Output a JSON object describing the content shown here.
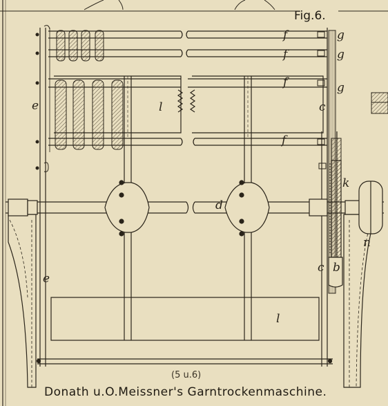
{
  "figure": {
    "number_label": "Fig.6.",
    "plate_number": "(5 u.6)",
    "caption": "Donath u.O.Meissner's Garntrockenmaschine."
  },
  "part_labels": {
    "e": "e",
    "f": "f",
    "g": "g",
    "l": "l",
    "c": "c",
    "k": "k",
    "d": "d",
    "n": "n",
    "b": "b"
  },
  "colors": {
    "paper": "#e9dfc0",
    "ink": "#2a241a",
    "hatch": "#5a4f3c"
  }
}
